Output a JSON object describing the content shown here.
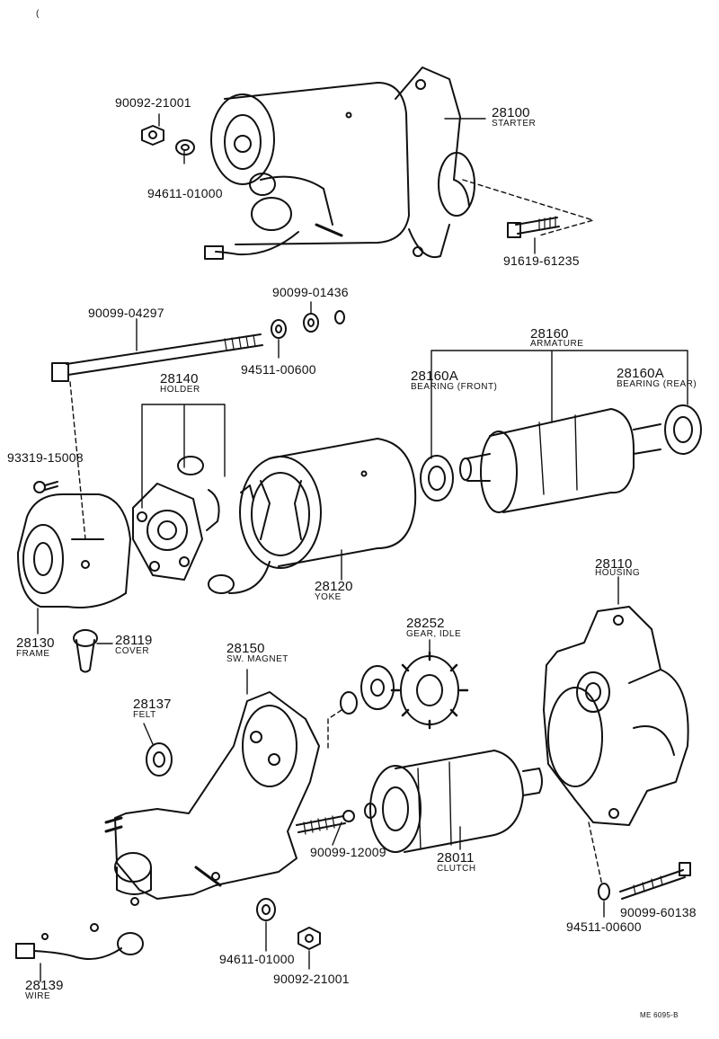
{
  "parts": {
    "starter": {
      "number": "28100",
      "name": "STARTER"
    },
    "nut_top": {
      "number": "90092-21001"
    },
    "washer_top": {
      "number": "94611-01000"
    },
    "bolt_top": {
      "number": "91619-61235"
    },
    "washer_small": {
      "number": "90099-01436"
    },
    "through_bolt": {
      "number": "90099-04297"
    },
    "lock_washer": {
      "number": "94511-00600"
    },
    "armature": {
      "number": "28160",
      "name": "ARMATURE"
    },
    "bearing_front": {
      "number": "28160A",
      "name": "BEARING (FRONT)"
    },
    "bearing_rear": {
      "number": "28160A",
      "name": "BEARING (REAR)"
    },
    "holder": {
      "number": "28140",
      "name": "HOLDER"
    },
    "screw": {
      "number": "93319-15008"
    },
    "yoke": {
      "number": "28120",
      "name": "YOKE"
    },
    "frame": {
      "number": "28130",
      "name": "FRAME"
    },
    "cover": {
      "number": "28119",
      "name": "COVER"
    },
    "housing": {
      "number": "28110",
      "name": "HOUSING"
    },
    "gear_idle": {
      "number": "28252",
      "name": "GEAR, IDLE"
    },
    "sw_magnet": {
      "number": "28150",
      "name": "SW. MAGNET"
    },
    "felt": {
      "number": "28137",
      "name": "FELT"
    },
    "spring": {
      "number": "90099-12009"
    },
    "clutch": {
      "number": "28011",
      "name": "CLUTCH"
    },
    "bolt_housing": {
      "number": "90099-60138"
    },
    "lock_washer_bottom": {
      "number": "94511-00600"
    },
    "washer_bottom": {
      "number": "94611-01000"
    },
    "nut_bottom": {
      "number": "90092-21001"
    },
    "wire": {
      "number": "28139",
      "name": "WIRE"
    }
  },
  "footer": {
    "code": "ME  6095-B"
  }
}
